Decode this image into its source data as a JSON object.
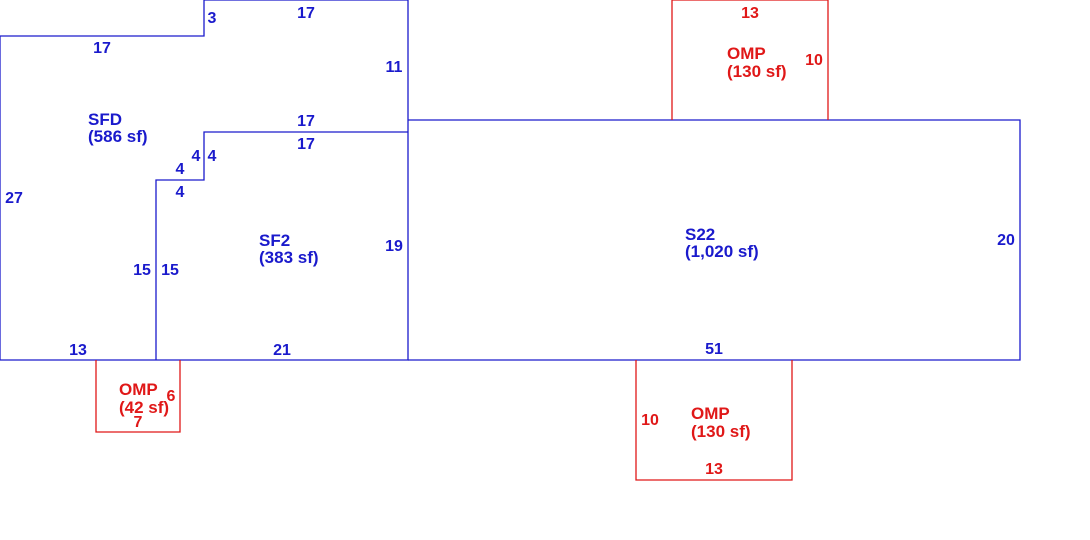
{
  "colors": {
    "main": "#1a1acc",
    "porch": "#e01818",
    "background": "#ffffff"
  },
  "areas": {
    "sfd": {
      "code": "SFD",
      "area": "(586 sf)"
    },
    "sf2": {
      "code": "SF2",
      "area": "(383 sf)"
    },
    "s22": {
      "code": "S22",
      "area": "(1,020 sf)"
    },
    "omp_top": {
      "code": "OMP",
      "area": "(130 sf)"
    },
    "omp_small": {
      "code": "OMP",
      "area": "(42 sf)"
    },
    "omp_bottom": {
      "code": "OMP",
      "area": "(130 sf)"
    }
  },
  "dimensions": {
    "sfd_top_left": "17",
    "sfd_notch": "3",
    "sfd_top": "17",
    "sfd_right": "11",
    "sfd_left": "27",
    "sfd_bottom": "13",
    "sfd_step_a": "4",
    "sfd_step_b": "4",
    "sfd_inner": "15",
    "sfd_inner_top": "17",
    "sf2_top": "17",
    "sf2_step_a": "4",
    "sf2_step_b": "4",
    "sf2_left": "15",
    "sf2_right": "19",
    "sf2_bottom": "21",
    "s22_right": "20",
    "s22_bottom": "51",
    "omp_top_top": "13",
    "omp_top_right": "10",
    "omp_small_right": "6",
    "omp_small_bottom": "7",
    "omp_bottom_left": "10",
    "omp_bottom_bottom": "13"
  }
}
